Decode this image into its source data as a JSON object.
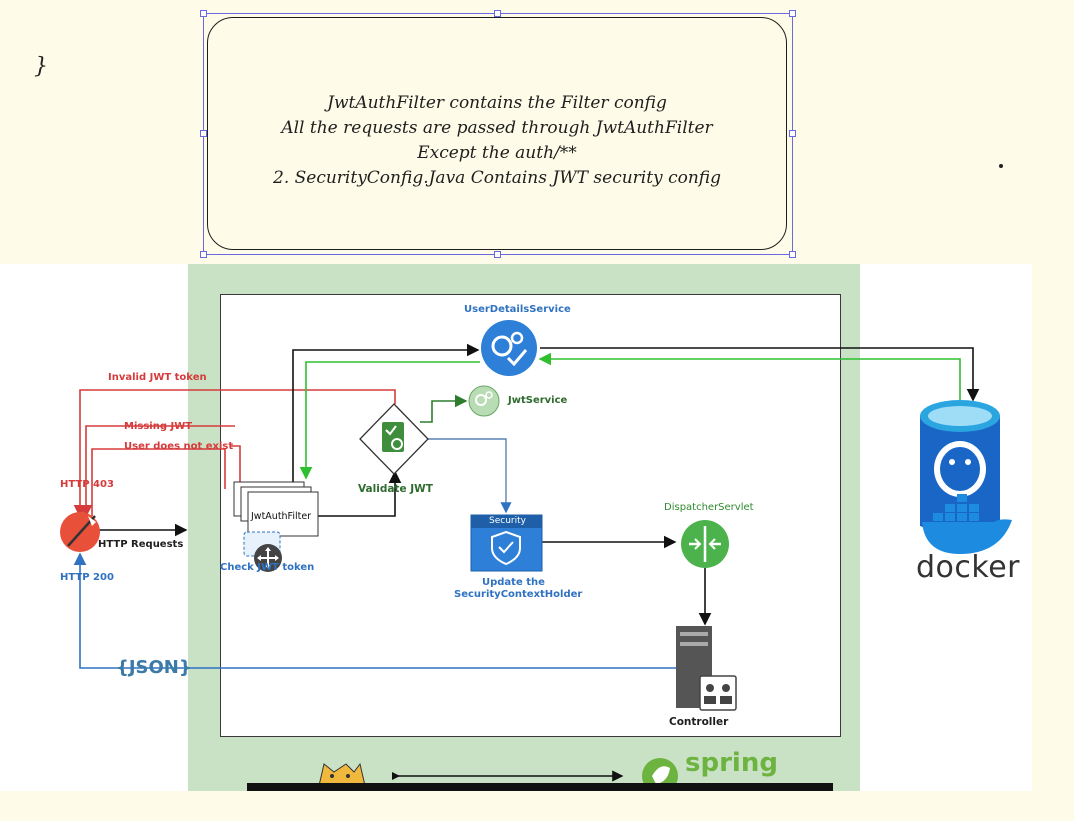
{
  "note": {
    "lines": [
      "JwtAuthFilter contains the Filter config",
      "All the requests are passed through JwtAuthFilter",
      "Except the auth/**",
      "2. SecurityConfig.Java Contains JWT security config"
    ]
  },
  "stray": {
    "brace": "}"
  },
  "diagram": {
    "user_details_service": "UserDetailsService",
    "jwt_service": "JwtService",
    "invalid_jwt": "Invalid JWT token",
    "missing_jwt": "Missing JWT",
    "user_not_exist": "User does not exist",
    "http_403": "HTTP 403",
    "http_requests": "HTTP Requests",
    "http_200": "HTTP 200",
    "jwt_auth_filter": "JwtAuthFilter",
    "check_token": "Check JWT token",
    "validate_jwt": "Validate JWT",
    "security": "Security",
    "update_line1": "Update the",
    "update_line2": "SecurityContextHolder",
    "dispatcher_servlet": "DispatcherServlet",
    "controller": "Controller",
    "json": "{JSON}",
    "docker": "docker",
    "spring": "spring"
  },
  "colors": {
    "red_path": "#d63b3b",
    "green_path": "#2ec02e",
    "blue_path": "#2f72c2",
    "service_blue": "#2d7fd8",
    "dispatcher_green": "#4cb34c"
  }
}
